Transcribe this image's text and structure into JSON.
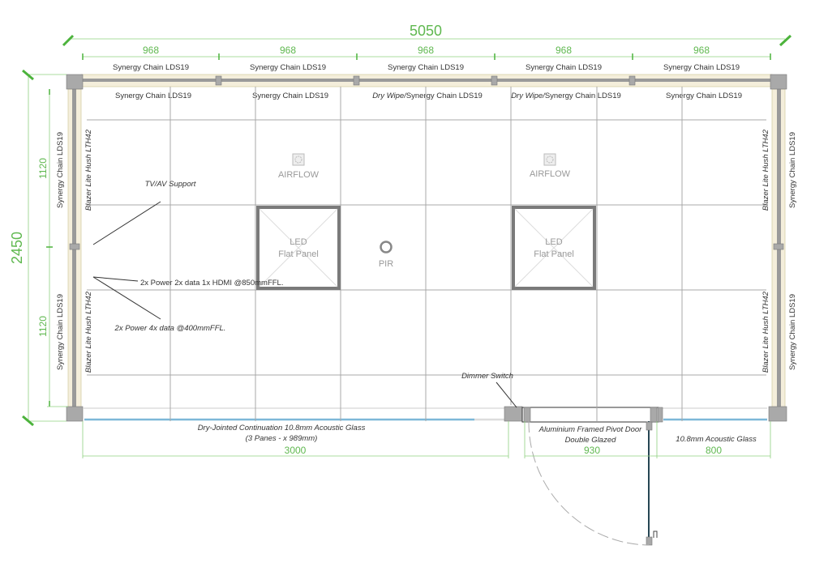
{
  "overall": {
    "width_dim": "5050",
    "height_dim": "2450"
  },
  "top_dims": [
    "968",
    "968",
    "968",
    "968",
    "968"
  ],
  "left_dims": [
    "1120",
    "1120"
  ],
  "bottom_dims": {
    "glass_run": "3000",
    "door": "930",
    "side_glass": "800"
  },
  "top_outer_labels": [
    "Synergy Chain LDS19",
    "Synergy Chain LDS19",
    "Synergy Chain LDS19",
    "Synergy Chain LDS19",
    "Synergy Chain LDS19"
  ],
  "top_inner_labels": [
    {
      "prefix": "",
      "text": "Synergy Chain LDS19"
    },
    {
      "prefix": "",
      "text": "Synergy Chain LDS19"
    },
    {
      "prefix": "Dry Wipe/",
      "text": "Synergy Chain LDS19"
    },
    {
      "prefix": "Dry Wipe/",
      "text": "Synergy Chain LDS19"
    },
    {
      "prefix": "",
      "text": "Synergy Chain LDS19"
    }
  ],
  "side_labels": {
    "outer": "Synergy Chain LDS19",
    "inner": "Blazer Lite Hush LTH42"
  },
  "ceiling": {
    "airflow": "AIRFLOW",
    "led_line1": "LED",
    "led_line2": "Flat Panel",
    "pir": "PIR"
  },
  "annotations": {
    "tv_av": "TV/AV Support",
    "power_850": "2x Power 2x data 1x HDMI @850mmFFL.",
    "power_400": "2x Power 4x data @400mmFFL.",
    "dimmer": "Dimmer Switch",
    "glass_line1": "Dry-Jointed Continuation 10.8mm Acoustic Glass",
    "glass_line2": "(3 Panes - x 989mm)",
    "door_line1": "Aluminium Framed Pivot Door",
    "door_line2": "Double Glazed",
    "side_glass": "10.8mm Acoustic Glass"
  },
  "colors": {
    "dimension": "#5fb84f",
    "glass": "#7db8d8",
    "frame": "#a9a9a9"
  }
}
